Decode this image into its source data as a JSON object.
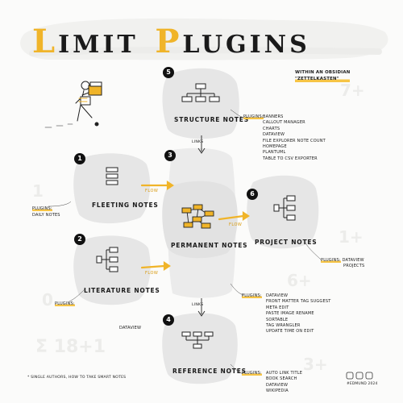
{
  "title": {
    "letter_l": "L",
    "rest1": "IMIT",
    "letter_p": "P",
    "rest2": "LUGINS"
  },
  "subtitle": {
    "line1": "WITHIN AN OBSIDIAN",
    "line2": "\"ZETTELKASTEN\""
  },
  "colors": {
    "accent": "#f0b429",
    "blob": "#e6e6e6",
    "ink": "#1a1a1a"
  },
  "notes": {
    "structure": {
      "number": "5",
      "label": "STRUCTURE NOTES",
      "icon": "hierarchy-icon"
    },
    "fleeting": {
      "number": "1",
      "label": "FLEETING NOTES",
      "icon": "stack-icon"
    },
    "permanent": {
      "number": "3",
      "label": "PERMANENT NOTES",
      "icon": "network-icon"
    },
    "project": {
      "number": "6",
      "label": "PROJECT NOTES",
      "icon": "tree-icon"
    },
    "literature": {
      "number": "2",
      "label": "LITERATURE NOTES",
      "icon": "tree-icon"
    },
    "reference": {
      "number": "4",
      "label": "REFERENCE NOTES",
      "icon": "hierarchy-icon"
    }
  },
  "connectors": {
    "links_top": "LINKS",
    "links_bottom": "LINKS",
    "flow1": "FLOW",
    "flow2": "FLOW",
    "flow3": "FLOW"
  },
  "plugins": {
    "structure": {
      "label": "PLUGINS:",
      "items": [
        "BANNERS",
        "CALLOUT MANAGER",
        "CHARTS",
        "DATAVIEW",
        "FILE EXPLORER NOTE COUNT",
        "HOMEPAGE",
        "PLANTUML",
        "TABLE TO CSV EXPORTER"
      ]
    },
    "fleeting": {
      "label": "PLUGINS:",
      "items": [
        "DAILY NOTES"
      ]
    },
    "project": {
      "label": "PLUGINS:",
      "items": [
        "DATAVIEW",
        "PROJECTS"
      ]
    },
    "literature": {
      "label": "PLUGINS:",
      "items": []
    },
    "literature_side": "DATAVIEW",
    "permanent": {
      "label": "PLUGINS:",
      "items": [
        "DATAVIEW",
        "FRONT MATTER TAG SUGGEST",
        "META EDIT",
        "PASTE IMAGE RENAME",
        "SORTABLE",
        "TAG WRANGLER",
        "UPDATE TIME ON EDIT"
      ]
    },
    "reference": {
      "label": "PLUGINS:",
      "items": [
        "AUTO LINK TITLE",
        "BOOK SEARCH",
        "DATAVIEW",
        "WIKIPEDIA"
      ]
    }
  },
  "counts": {
    "structure": "7+",
    "fleeting": "1",
    "project": "1+",
    "literature": "0",
    "permanent": "6+",
    "reference": "3+",
    "total": "Σ 18+1"
  },
  "footnote": "* SINGLE AUTHORS, HOW TO TAKE SMART NOTES",
  "signature": "#EDMUND 2024",
  "social_icons": [
    "mastodon-icon",
    "linkedin-icon",
    "twitter-icon"
  ]
}
